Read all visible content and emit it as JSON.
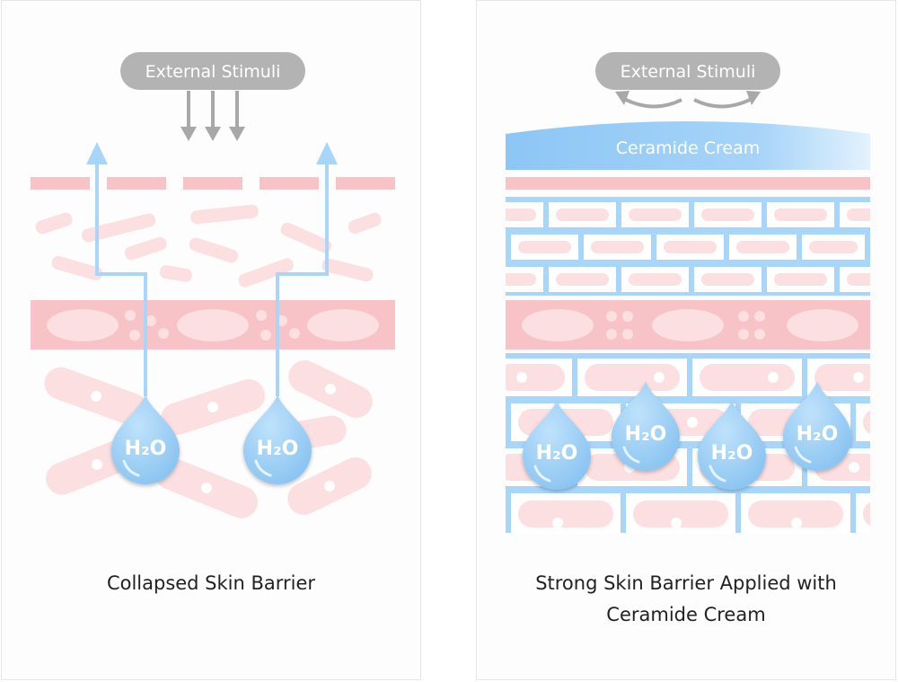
{
  "left_panel": {
    "stimuli_label": "External Stimuli",
    "water_label_left": "H₂O",
    "water_label_right": "H₂O",
    "caption": "Collapsed Skin Barrier"
  },
  "right_panel": {
    "stimuli_label": "External Stimuli",
    "cream_label": "Ceramide Cream",
    "water_labels": [
      "H₂O",
      "H₂O",
      "H₂O",
      "H₂O"
    ],
    "caption_line1": "Strong Skin Barrier Applied with",
    "caption_line2": "Ceramide Cream"
  },
  "colors": {
    "pill_gray": "#b3b3b3",
    "arrow_gray": "#a8a8a8",
    "skin_pink": "#f7c3c6",
    "skin_pale": "#fbdfe1",
    "water_blue": "#a8d5fa",
    "drop_blue": "#9ccdf5",
    "cream_blue": "#8fc9f6"
  }
}
